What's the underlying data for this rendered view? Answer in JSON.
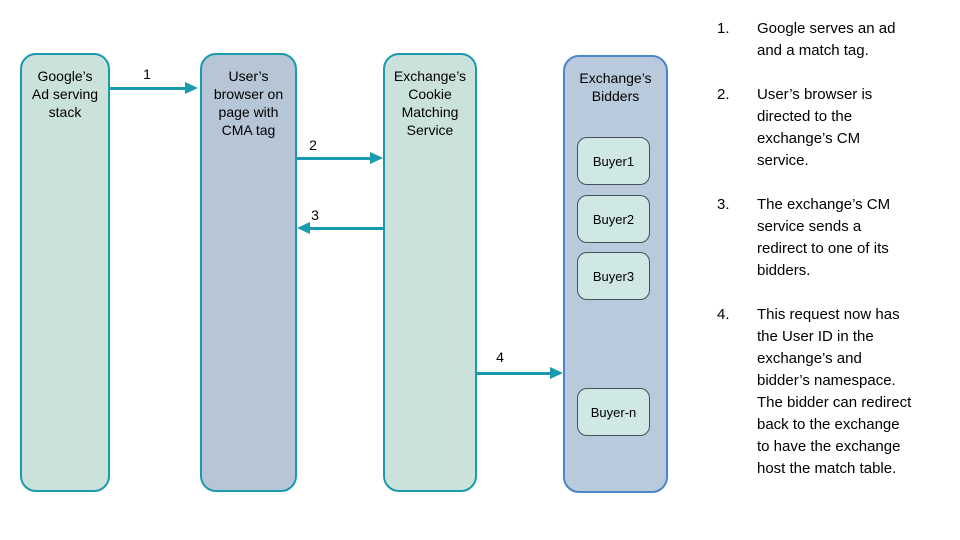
{
  "diagram": {
    "nodes": [
      {
        "title": "Google’s\nAd serving\nstack"
      },
      {
        "title": "User’s\nbrowser on\npage with\nCMA tag"
      },
      {
        "title": "Exchange’s\nCookie\nMatching\nService"
      },
      {
        "title": "Exchange’s\nBidders"
      }
    ],
    "buyers": [
      "Buyer1",
      "Buyer2",
      "Buyer3",
      "Buyer-n"
    ],
    "arrows": [
      {
        "label": "1",
        "direction": "right",
        "from": "node-google",
        "to": "node-browser"
      },
      {
        "label": "2",
        "direction": "right",
        "from": "node-browser",
        "to": "node-cms"
      },
      {
        "label": "3",
        "direction": "left",
        "from": "node-cms",
        "to": "node-browser"
      },
      {
        "label": "4",
        "direction": "right",
        "from": "node-cms",
        "to": "node-bidders"
      }
    ]
  },
  "steps": [
    {
      "number": "1.",
      "text": "Google serves an ad and a match tag."
    },
    {
      "number": "2.",
      "text": "User’s browser is directed to the exchange’s CM service."
    },
    {
      "number": "3.",
      "text": "The exchange’s CM service sends a redirect to one of its bidders."
    },
    {
      "number": "4.",
      "text": "This request now has the User ID in the exchange’s and bidder’s namespace. The bidder can redirect back to the exchange to have the exchange host the match table."
    }
  ],
  "colors": {
    "node_green_fill": "#cbe2da",
    "node_blue_fill": "#b6c6d6",
    "bidders_fill": "#b9cadd",
    "teal_accent": "#1a9aae",
    "bidders_border": "#4c85c8",
    "buyer_fill": "#cfe8e3",
    "buyer_border": "#45505a"
  }
}
